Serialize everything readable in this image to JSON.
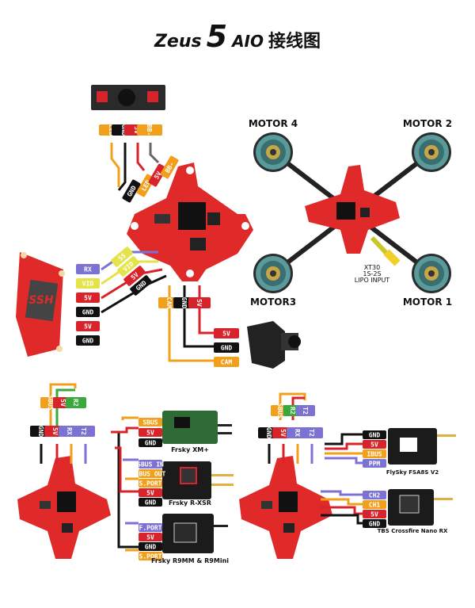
{
  "title": {
    "brand": "Zeus",
    "number": "5",
    "model": "AIO",
    "subtitle": "接线图"
  },
  "motors": [
    "MOTOR 4",
    "MOTOR 2",
    "MOTOR3",
    "MOTOR 1"
  ],
  "battery_note": {
    "line1": "XT30",
    "line2": "1S-2S",
    "line3": "LIPO INPUT"
  },
  "led_buzzer_wires": [
    "LED",
    "GND",
    "5V",
    "BB-"
  ],
  "led_buzzer_tails": [
    "GND",
    "LED",
    "5V",
    "BB-"
  ],
  "vtx_pads": [
    "RX",
    "VID",
    "5V",
    "GND",
    "5V",
    "GND"
  ],
  "vtx_wires": [
    "SS",
    "VID",
    "5V",
    "GND"
  ],
  "vtx_logo": "SSH",
  "cam_wires": [
    "CAM",
    "GND",
    "5V"
  ],
  "cam_pads": [
    "5V",
    "GND",
    "CAM"
  ],
  "left_rx_top_labels": [
    "SBUS",
    "5V",
    "R2"
  ],
  "left_rx_side_labels": [
    "GND",
    "5V",
    "RX",
    "T2"
  ],
  "xm_plus": {
    "name": "Frsky XM+",
    "pins": [
      "SBUS",
      "5V",
      "GND"
    ]
  },
  "r_xsr": {
    "name": "Frsky R-XSR",
    "pins": [
      "SBUS IN",
      "SBUS OUT",
      "S.PORT",
      "5V",
      "GND"
    ]
  },
  "r9mm": {
    "name": "Frsky R9MM & R9Mini",
    "pins": [
      "F.PORT",
      "5V",
      "GND",
      "S.PORT"
    ]
  },
  "right_rx_top_labels": [
    "SBUS",
    "R2",
    "T2"
  ],
  "right_rx_side_labels": [
    "GND",
    "5V",
    "RX",
    "T2"
  ],
  "fs_a8s": {
    "name": "FlySky FSA8S V2",
    "pins": [
      "GND",
      "5V",
      "IBUS",
      "PPM"
    ]
  },
  "crossfire": {
    "name": "TBS Crossfire Nano RX",
    "pins": [
      "CH2",
      "CH1",
      "5V",
      "GND"
    ]
  },
  "colors": {
    "board": "#e02a2a",
    "gnd": "#111111",
    "v5": "#d8232a",
    "signal": "#f2a01c",
    "rx": "#7b72d4",
    "vid": "#e5e34a",
    "sbus": "#f2a01c",
    "r2": "#39a93c"
  }
}
